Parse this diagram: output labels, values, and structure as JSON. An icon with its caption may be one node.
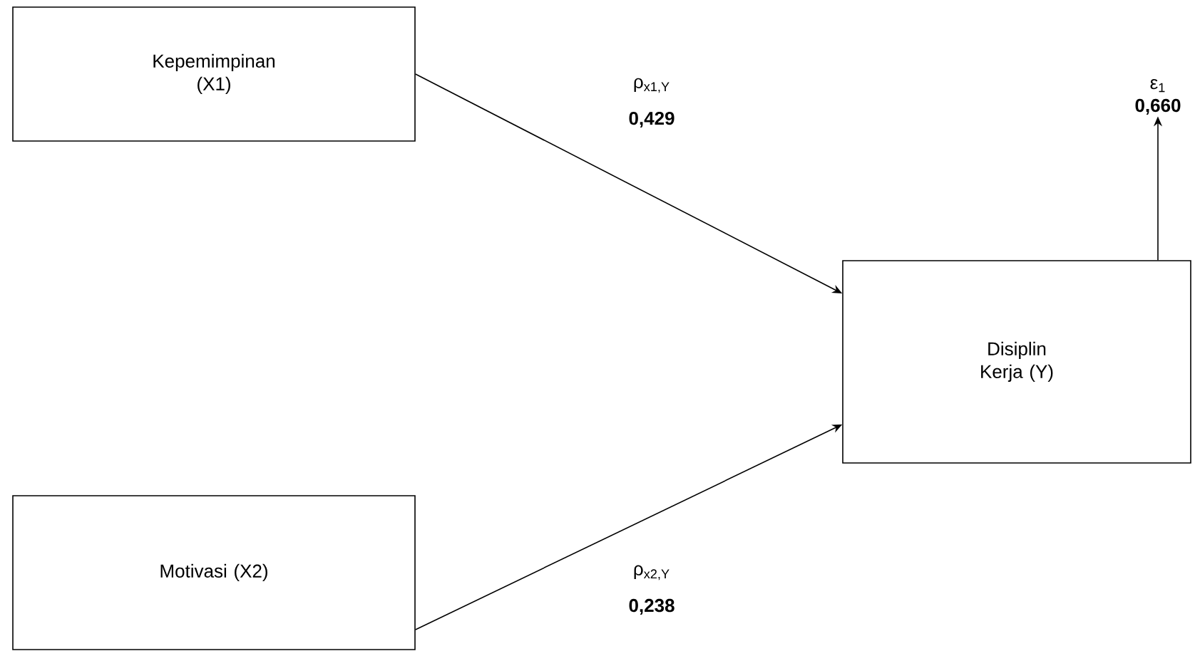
{
  "diagram": {
    "nodes": [
      {
        "text": [
          "Kepemimpinan (X1)"
        ]
      },
      {
        "text": [
          "Motivasi (X2)"
        ]
      },
      {
        "text": [
          "Disiplin Kerja (Y)"
        ]
      },
      {
        "text": [
          "ε$_{1}$",
          "0,660"
        ]
      }
    ],
    "edges": [
      {
        "from": 0,
        "to": 2,
        "arrow": "to"
      },
      {
        "from": 1,
        "to": 2,
        "arrow": "to"
      },
      {
        "from": 2,
        "to": 3,
        "arrow": "to"
      }
    ],
    "labels": [
      "ρ$_{x1,Y}$",
      "0,429",
      "ρ$_{x2,Y}$",
      "0,238"
    ]
  }
}
